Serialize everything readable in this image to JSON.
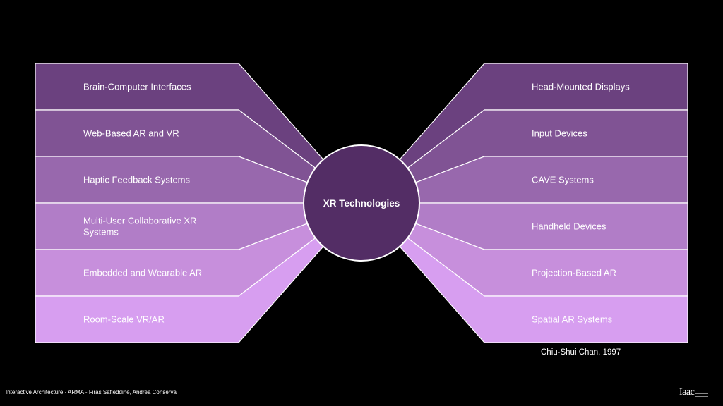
{
  "center": {
    "label": "XR Technologies",
    "color": "#532d65"
  },
  "left_items": [
    {
      "label": "Brain-Computer Interfaces",
      "color": "#6b417f"
    },
    {
      "label": "Web-Based AR and VR",
      "color": "#805394"
    },
    {
      "label": "Haptic Feedback Systems",
      "color": "#9868ad"
    },
    {
      "label": "Multi-User Collaborative XR Systems",
      "color": "#b17dc7"
    },
    {
      "label": "Embedded and Wearable AR",
      "color": "#c78fdc"
    },
    {
      "label": "Room-Scale VR/AR",
      "color": "#d79ef0"
    }
  ],
  "right_items": [
    {
      "label": "Head-Mounted Displays",
      "color": "#6b417f"
    },
    {
      "label": "Input Devices",
      "color": "#805394"
    },
    {
      "label": "CAVE Systems",
      "color": "#9868ad"
    },
    {
      "label": "Handheld Devices",
      "color": "#b17dc7"
    },
    {
      "label": "Projection-Based AR",
      "color": "#c78fdc"
    },
    {
      "label": "Spatial AR Systems",
      "color": "#d79ef0"
    }
  ],
  "citation": "Chiu-Shui Chan, 1997",
  "footer": "Interactive Architecture - ARMA - Firas Safieddine, Andrea Conserva",
  "logo": {
    "mark": "Iaac",
    "icon": "iaac-logo-icon"
  },
  "colors": {
    "background": "#000000",
    "divider": "#ffffff",
    "text": "#ffffff"
  }
}
